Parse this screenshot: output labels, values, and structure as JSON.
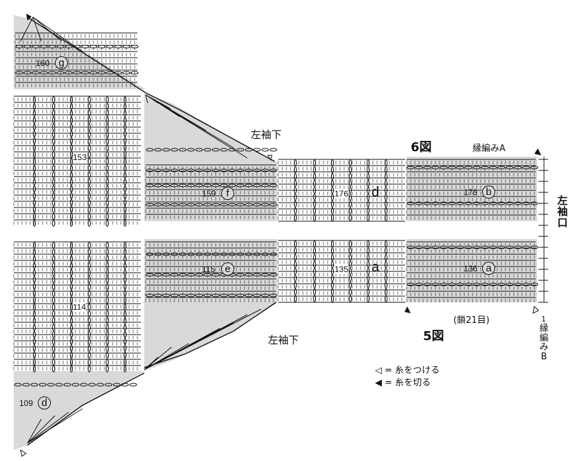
{
  "labels": {
    "sleeve_under_top": "左袖下",
    "sleeve_under_bottom": "左袖下",
    "fig6": "6図",
    "fig5": "5図",
    "edge_a": "縁編みA",
    "edge_b": "縁編みB",
    "cuff": "左袖口",
    "chain": "(鎖21目)",
    "edge_b_num": "1"
  },
  "sections": {
    "g": {
      "num": "160",
      "letter": "g"
    },
    "f": {
      "num": "159",
      "letter": "f"
    },
    "d_top": {
      "num": "176",
      "letter": "d"
    },
    "b": {
      "num": "178",
      "letter": "b"
    },
    "e": {
      "num": "115",
      "letter": "e"
    },
    "a_plain": {
      "num": "135",
      "letter": "a"
    },
    "a": {
      "num": "136",
      "letter": "a"
    },
    "d_bottom": {
      "num": "109",
      "letter": "d"
    },
    "col153": {
      "num": "153"
    },
    "col114": {
      "num": "114"
    }
  },
  "legend": {
    "attach": "◁ = 糸をつける",
    "cut": "◀ = 糸を切る"
  },
  "colors": {
    "shade": "#d9d9d9",
    "ink": "#111111"
  }
}
